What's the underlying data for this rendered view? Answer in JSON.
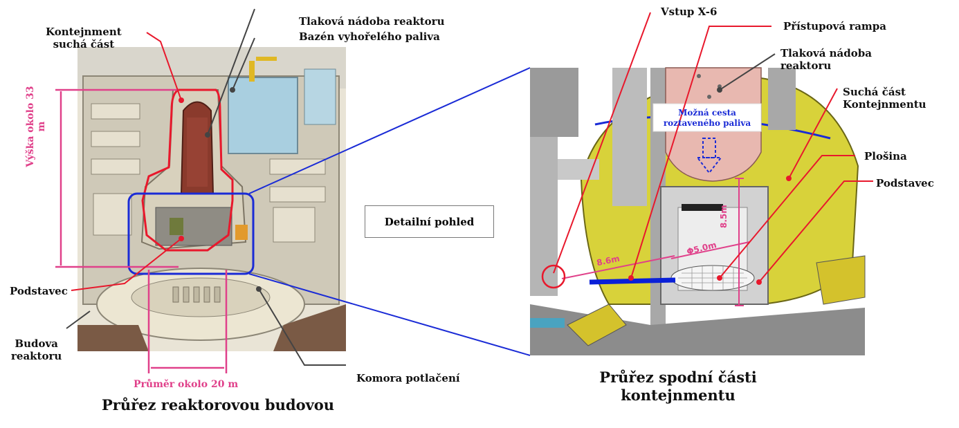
{
  "labels": {
    "containment_dry": "Kontejnment\nsuchá část",
    "rpv_left": "Tlaková nádoba reaktoru",
    "spent_fuel_pool": "Bazén vyhořelého paliva",
    "height": "Výška okolo 33 m",
    "pedestal_left": "Podstavec",
    "reactor_building": "Budova\nreaktoru",
    "diameter": "Průměr okolo 20 m",
    "suppression_chamber": "Komora potlačení",
    "left_title": "Průřez reaktorovou budovou",
    "detail_view": "Detailní pohled",
    "entry_x6": "Vstup X-6",
    "access_ramp": "Přístupová rampa",
    "rpv_right": "Tlaková nádoba\nreaktoru",
    "dry_containment_right": "Suchá část\nKontejnmentu",
    "platform": "Plošina",
    "pedestal_right": "Podstavec",
    "fuel_path": "Možná cesta\nroztaveného paliva",
    "right_title": "Průřez spodní části\nkontejnmentu",
    "dim_height": "8.5m",
    "dim_width": "8.6m",
    "dim_diameter": "Φ5.0m"
  },
  "colors": {
    "callout_red": "#e8182c",
    "callout_gray": "#444444",
    "zoom_blue": "#1a2bd6",
    "dimension_pink": "#e0408a",
    "containment_yellow": "#d8d23a",
    "vessel_brown": "#8a3a2c"
  }
}
